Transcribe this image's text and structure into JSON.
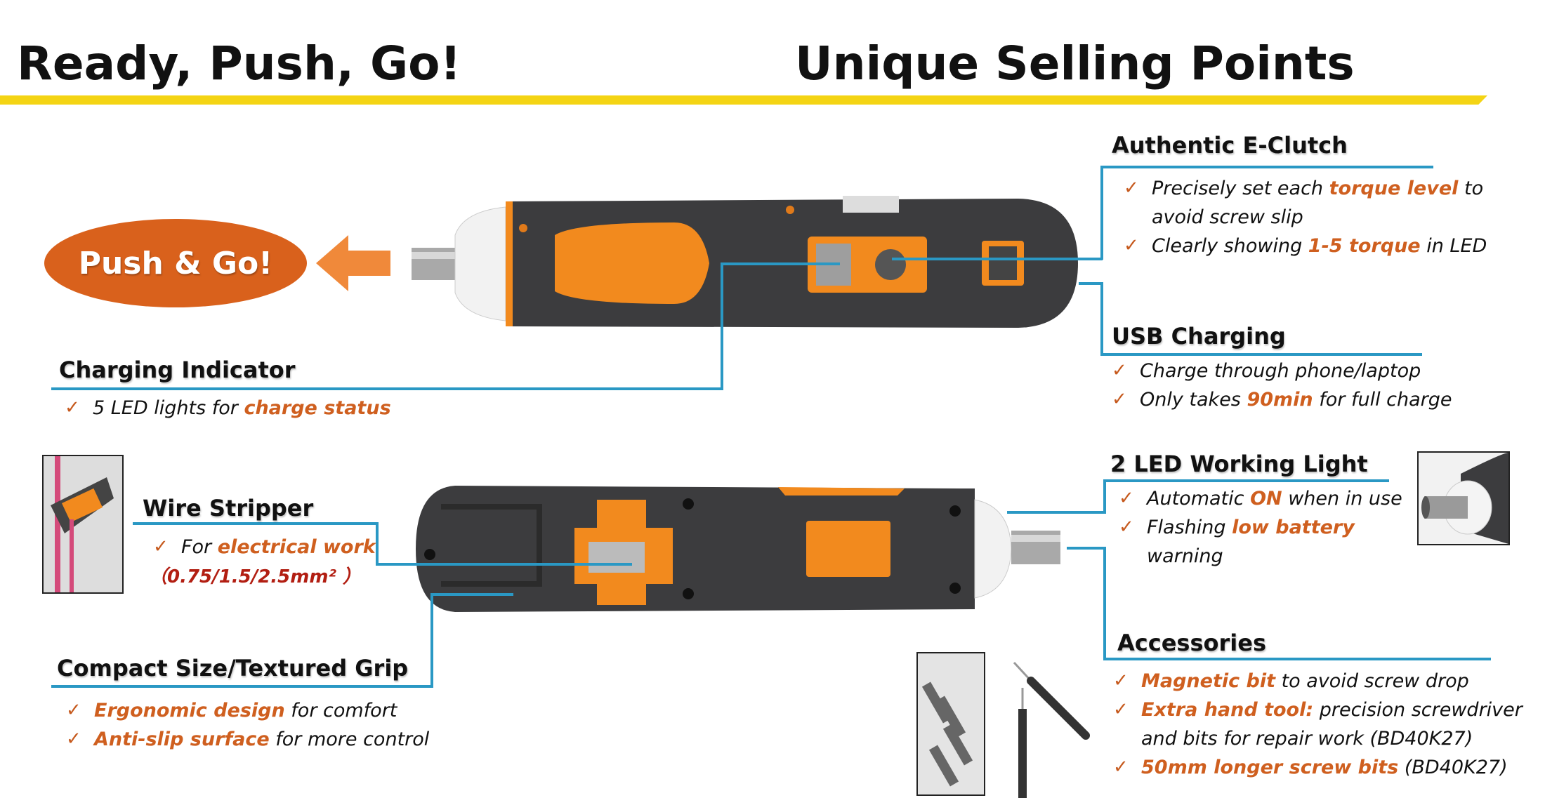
{
  "header": {
    "left_title": "Ready, Push, Go!",
    "right_title": "Unique Selling Points"
  },
  "push_badge": "Push & Go!",
  "colors": {
    "accent": "#cf5f1f",
    "line": "#2a98c4",
    "banner": "#f4d414",
    "tool_body": "#3a3a3c",
    "tool_orange": "#f28a1e"
  },
  "features": {
    "eclutch": {
      "title": "Authentic E-Clutch",
      "bullets": [
        [
          {
            "t": "Precisely set each "
          },
          {
            "t": "torque level",
            "hl": true
          },
          {
            "t": " to"
          },
          {
            "t": "avoid screw slip",
            "br": true
          }
        ],
        [
          {
            "t": "Clearly showing "
          },
          {
            "t": "1-5 torque",
            "hl": true
          },
          {
            "t": " in LED"
          }
        ]
      ]
    },
    "usb": {
      "title": "USB Charging",
      "bullets": [
        [
          {
            "t": "Charge through phone/laptop"
          }
        ],
        [
          {
            "t": "Only takes "
          },
          {
            "t": "90min",
            "hl": true
          },
          {
            "t": " for full charge"
          }
        ]
      ]
    },
    "charging_indicator": {
      "title": "Charging Indicator",
      "bullets": [
        [
          {
            "t": "5 LED lights for "
          },
          {
            "t": "charge status",
            "hl": true
          }
        ]
      ]
    },
    "wire_stripper": {
      "title": "Wire Stripper",
      "bullets": [
        [
          {
            "t": "For "
          },
          {
            "t": "electrical work",
            "hl": true
          }
        ]
      ],
      "sizes": "（0.75/1.5/2.5mm² ）"
    },
    "compact": {
      "title": "Compact Size/Textured Grip",
      "bullets": [
        [
          {
            "t": "Ergonomic design",
            "hl": true
          },
          {
            "t": " for comfort"
          }
        ],
        [
          {
            "t": "Anti-slip surface",
            "hl": true
          },
          {
            "t": " for more control"
          }
        ]
      ]
    },
    "led_light": {
      "title": "2 LED Working Light",
      "bullets": [
        [
          {
            "t": "Automatic "
          },
          {
            "t": "ON",
            "hl": true
          },
          {
            "t": " when in use"
          }
        ],
        [
          {
            "t": "Flashing "
          },
          {
            "t": "low battery",
            "hl": true
          },
          {
            "t": "warning",
            "br": true
          }
        ]
      ]
    },
    "accessories": {
      "title": "Accessories",
      "bullets": [
        [
          {
            "t": "Magnetic bit",
            "hl": true
          },
          {
            "t": " to avoid screw drop"
          }
        ],
        [
          {
            "t": "Extra hand tool:",
            "hl": true
          },
          {
            "t": " precision screwdriver"
          },
          {
            "t": "and bits for repair work (BD40K27)",
            "br": true
          }
        ],
        [
          {
            "t": "50mm longer screw bits",
            "hl": true
          },
          {
            "t": " (BD40K27)"
          }
        ]
      ]
    }
  },
  "check_glyph": "✓"
}
